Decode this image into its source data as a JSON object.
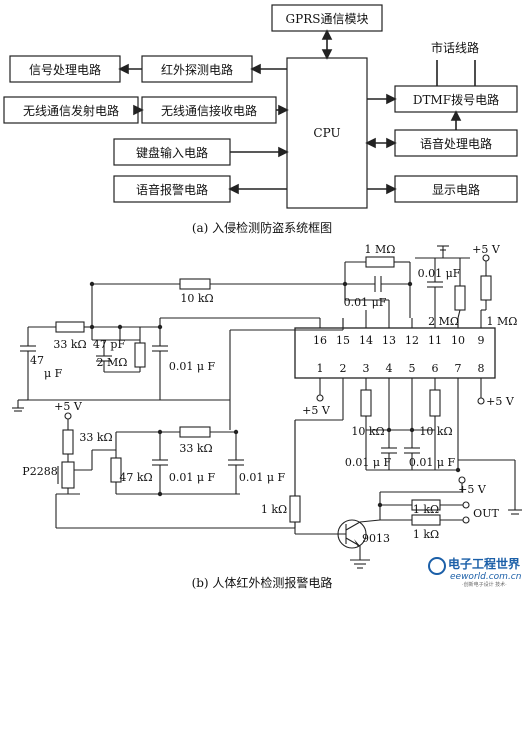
{
  "part_a": {
    "caption": "(a)  入侵检测防盗系统框图",
    "blocks": {
      "gprs": "GPRS通信模块",
      "cpu": "CPU",
      "signal": "信号处理电路",
      "infrared": "红外探测电路",
      "wireless_tx": "无线通信发射电路",
      "wireless_rx": "无线通信接收电路",
      "keyboard": "键盘输入电路",
      "voice_alarm": "语音报警电路",
      "phone_line": "市话线路",
      "dtmf": "DTMF拨号电路",
      "voice_proc": "语音处理电路",
      "display": "显示电路"
    }
  },
  "part_b": {
    "caption": "(b)  人体红外检测报警电路",
    "labels": {
      "r_1m_top": "1 MΩ",
      "c_001_top": "0.01 μF",
      "c_001_right": "0.01 μF",
      "r_10k_top": "10 kΩ",
      "r_2m_right": "2 MΩ",
      "r_1m_right": "1 MΩ",
      "vcc_top": "+5 V",
      "r_33k_a": "33 kΩ",
      "c_47p": "47 pF",
      "c_47u": "47",
      "c_47u_unit": "μ F",
      "r_2m_a": "2 MΩ",
      "c_001_a": "0.01 μ F",
      "vcc_left": "+5 V",
      "r_33k_b": "33 kΩ",
      "r_33k_c": "33 kΩ",
      "sensor": "P2288",
      "r_47k": "47 kΩ",
      "c_001_b": "0.01 μ F",
      "c_001_c": "0.01 μ F",
      "vcc_pin1": "+5 V",
      "vcc_pin8": "+5 V",
      "r_10k_a": "10 kΩ",
      "r_10k_b": "10 kΩ",
      "c_001_d": "0.01 μ F",
      "c_001_e": "0.01 μ F",
      "vcc_bottom": "+5 V",
      "r_1k_base": "1 kΩ",
      "transistor": "9013",
      "r_1k_out1": "1 kΩ",
      "r_1k_out2": "1 kΩ",
      "out": "OUT"
    },
    "ic_pins_top": [
      "16",
      "15",
      "14",
      "13",
      "12",
      "11",
      "10",
      "9"
    ],
    "ic_pins_bottom": [
      "1",
      "2",
      "3",
      "4",
      "5",
      "6",
      "7",
      "8"
    ]
  },
  "watermark": {
    "logo_text": "电子工程世界",
    "url": "eeworld.com.cn",
    "subtitle": "·创新电子设计 技术·"
  }
}
